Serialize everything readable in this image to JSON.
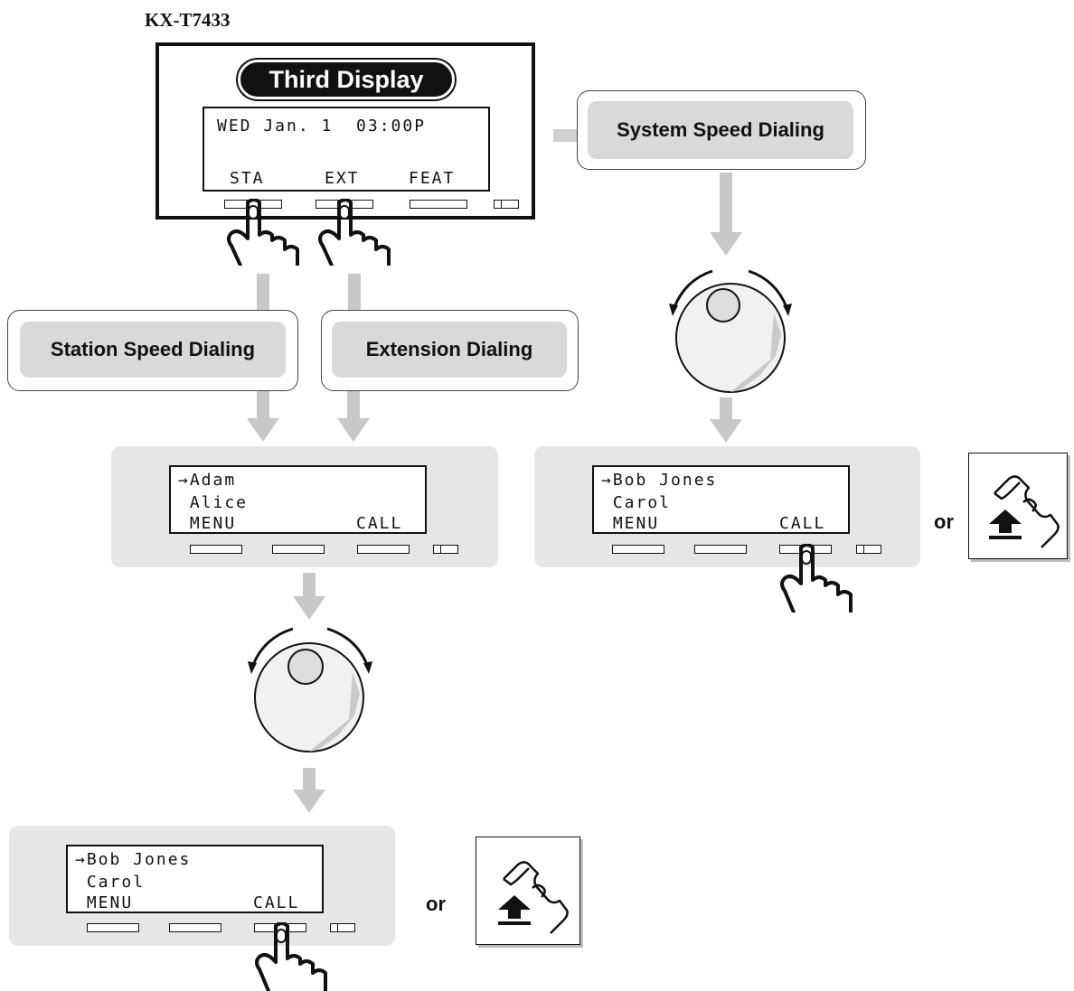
{
  "model": "KX-T7433",
  "third_display": {
    "title": "Third Display",
    "line1": "WED Jan. 1  03:00P",
    "keys": [
      "STA",
      "EXT",
      "FEAT"
    ]
  },
  "labels": {
    "system_speed": "System Speed Dialing",
    "station_speed": "Station Speed Dialing",
    "extension": "Extension Dialing"
  },
  "display_a": {
    "line1": "→Adam",
    "line2": " Alice",
    "menu": " MENU",
    "call": "CALL"
  },
  "display_b": {
    "line1": "→Bob Jones",
    "line2": " Carol",
    "menu": " MENU",
    "call": "CALL"
  },
  "display_c": {
    "line1": "→Bob Jones",
    "line2": " Carol",
    "menu": " MENU",
    "call": "CALL"
  },
  "or_label": "or",
  "icons": [
    "pointing-hand-icon",
    "jog-dial-icon",
    "off-hook-handset-icon",
    "down-arrow-icon"
  ]
}
